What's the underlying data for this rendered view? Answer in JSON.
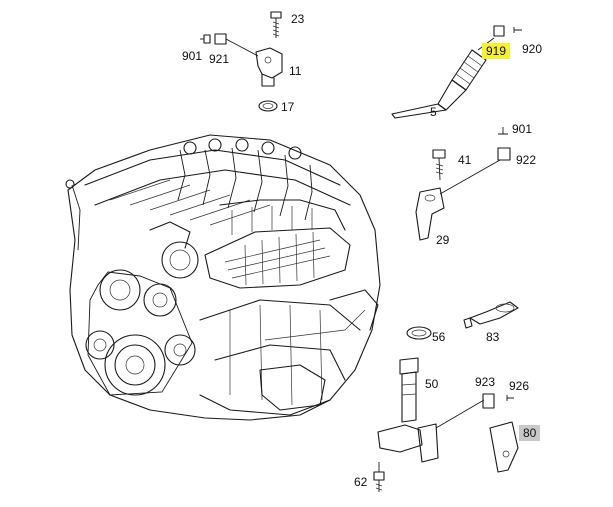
{
  "diagram": {
    "highlight_color": "#f5f032",
    "badge_color": "#c8c8c8",
    "labels": {
      "p23": "23",
      "p901a": "901",
      "p921": "921",
      "p11": "11",
      "p17": "17",
      "p919": "919",
      "p920": "920",
      "p5": "5",
      "p901b": "901",
      "p41": "41",
      "p922": "922",
      "p29": "29",
      "p83": "83",
      "p56": "56",
      "p50": "50",
      "p923": "923",
      "p926": "926",
      "p80": "80",
      "p62": "62"
    }
  }
}
